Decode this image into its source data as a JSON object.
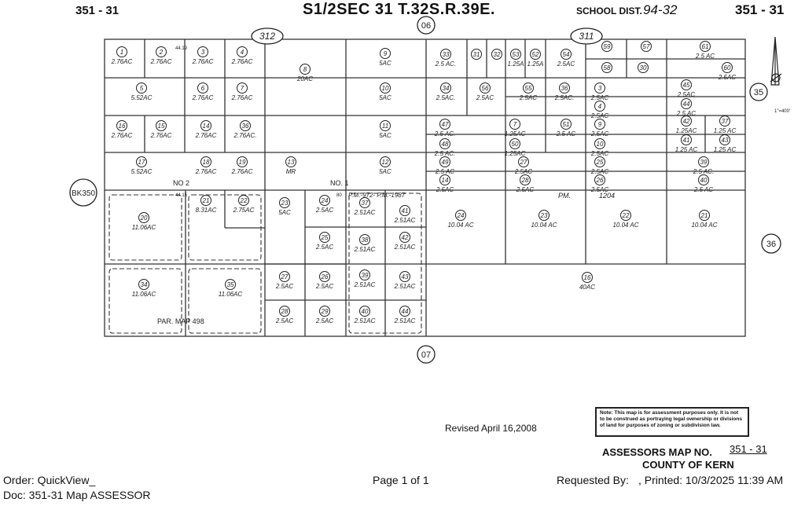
{
  "header": {
    "map_id_left": "351 - 31",
    "title": "S1/2SEC 31 T.32S.R.39E.",
    "school_dist_label": "SCHOOL DIST.",
    "school_dist_value": "94-32",
    "map_id_right": "351 - 31"
  },
  "adjacent_refs": {
    "north": "06",
    "south": "07",
    "east_upper": "35",
    "east_lower": "36",
    "west": "BK350",
    "map_312": "312",
    "map_311": "311"
  },
  "north_arrow": {
    "scale_label": "1\"=400'"
  },
  "block_labels": {
    "no2": "NO 2",
    "no1": "NO. 1",
    "pm_972_987": "P.M.-972- P.M.-1987",
    "pm_1204_a": "PM.",
    "pm_1204_b": "1204",
    "par_map": "PAR. MAP 498",
    "dim_4419": "44.19",
    "dim_4415": "44.15",
    "dim_80": "80"
  },
  "parcels": [
    {
      "num": "1",
      "area": "2.76AC"
    },
    {
      "num": "2",
      "area": "2.76AC"
    },
    {
      "num": "3",
      "area": "2.76AC"
    },
    {
      "num": "4",
      "area": "2.76AC"
    },
    {
      "num": "5",
      "area": "5.52AC"
    },
    {
      "num": "6",
      "area": "2.76AC"
    },
    {
      "num": "7",
      "area": "2.76AC"
    },
    {
      "num": "16",
      "area": "2.76AC"
    },
    {
      "num": "15",
      "area": "2.76AC"
    },
    {
      "num": "14",
      "area": "2.76AC"
    },
    {
      "num": "36",
      "area": "2.76AC."
    },
    {
      "num": "17",
      "area": "5.52AC"
    },
    {
      "num": "18",
      "area": "2.76AC"
    },
    {
      "num": "19",
      "area": "2.76AC"
    },
    {
      "num": "8",
      "area": "20AC"
    },
    {
      "num": "13",
      "area": "MR"
    },
    {
      "num": "9",
      "area": "5AC"
    },
    {
      "num": "10",
      "area": "5AC"
    },
    {
      "num": "11",
      "area": "5AC"
    },
    {
      "num": "12",
      "area": "5AC"
    },
    {
      "num": "20",
      "area": "11.06AC"
    },
    {
      "num": "21",
      "area": "8.31AC"
    },
    {
      "num": "22",
      "area": "2.75AC"
    },
    {
      "num": "23",
      "area": "5AC"
    },
    {
      "num": "24",
      "area": "2.5AC"
    },
    {
      "num": "25",
      "area": "2.5AC"
    },
    {
      "num": "26",
      "area": "2.5AC"
    },
    {
      "num": "27",
      "area": "2.5AC"
    },
    {
      "num": "28",
      "area": "2.5AC"
    },
    {
      "num": "29",
      "area": "2.5AC"
    },
    {
      "num": "37",
      "area": "2.51AC"
    },
    {
      "num": "38",
      "area": "2.51AC"
    },
    {
      "num": "39",
      "area": "2.51AC"
    },
    {
      "num": "40",
      "area": "2.51AC"
    },
    {
      "num": "41",
      "area": "2.51AC"
    },
    {
      "num": "42",
      "area": "2.51AC"
    },
    {
      "num": "43",
      "area": "2.51AC"
    },
    {
      "num": "44",
      "area": "2.51AC"
    },
    {
      "num": "34",
      "area": "11.06AC"
    },
    {
      "num": "35",
      "area": "11.06AC"
    },
    {
      "num": "33",
      "area": "2.5 AC."
    },
    {
      "num": "31",
      "area": ""
    },
    {
      "num": "32",
      "area": ""
    },
    {
      "num": "53",
      "area": "1.25A"
    },
    {
      "num": "52",
      "area": "1.25A"
    },
    {
      "num": "54",
      "area": "2.5AC"
    },
    {
      "num": "34",
      "area": "2.5AC."
    },
    {
      "num": "56",
      "area": "2.5AC"
    },
    {
      "num": "55",
      "area": "2.5AC"
    },
    {
      "num": "36",
      "area": "2.5AC."
    },
    {
      "num": "47",
      "area": "2.5 AC."
    },
    {
      "num": "7",
      "area": "1.25AC"
    },
    {
      "num": "51",
      "area": "2.5 AC"
    },
    {
      "num": "48",
      "area": "2.5 AC."
    },
    {
      "num": "50",
      "area": "1.25AC"
    },
    {
      "num": "49",
      "area": "2.5 AC"
    },
    {
      "num": "27",
      "area": "2.5AC"
    },
    {
      "num": "14",
      "area": "2.5AC"
    },
    {
      "num": "28",
      "area": "2.5AC"
    },
    {
      "num": "59",
      "area": ""
    },
    {
      "num": "57",
      "area": ""
    },
    {
      "num": "58",
      "area": ""
    },
    {
      "num": "30",
      "area": ""
    },
    {
      "num": "61",
      "area": "2.5 AC"
    },
    {
      "num": "60",
      "area": "2.5AC"
    },
    {
      "num": "3",
      "area": "2.5AC"
    },
    {
      "num": "4",
      "area": "2.5AC"
    },
    {
      "num": "9",
      "area": "2.5AC"
    },
    {
      "num": "10",
      "area": "2.5AC"
    },
    {
      "num": "25",
      "area": "2.5AC"
    },
    {
      "num": "26",
      "area": "2.5AC"
    },
    {
      "num": "45",
      "area": "2.5AC"
    },
    {
      "num": "44",
      "area": "2.5 AC"
    },
    {
      "num": "42",
      "area": "1.25AC"
    },
    {
      "num": "37",
      "area": "1.25 AC"
    },
    {
      "num": "41",
      "area": "1.25 AC"
    },
    {
      "num": "43",
      "area": "1.25 AC"
    },
    {
      "num": "39",
      "area": "2.5 AC."
    },
    {
      "num": "40",
      "area": "2.5 AC"
    },
    {
      "num": "24",
      "area": "10.04 AC"
    },
    {
      "num": "23",
      "area": "10.04 AC"
    },
    {
      "num": "22",
      "area": "10.04 AC"
    },
    {
      "num": "21",
      "area": "10.04 AC"
    },
    {
      "num": "16",
      "area": "40AC"
    }
  ],
  "revised": "Revised April 16,2008",
  "note": "Note: This map is for assessment purposes only. It is not to be construed as portraying legal ownership or divisions of land for purposes of zoning or subdivision law.",
  "assessor": {
    "line1_label": "ASSESSORS MAP NO.",
    "line1_value": "351 - 31",
    "line2": "COUNTY OF KERN"
  },
  "footer": {
    "order": "Order: QuickView_",
    "doc": "Doc: 351-31 Map ASSESSOR",
    "page": "Page 1 of 1",
    "requested_by": "Requested By:",
    "printed": ", Printed: 10/3/2025 11:39 AM"
  }
}
